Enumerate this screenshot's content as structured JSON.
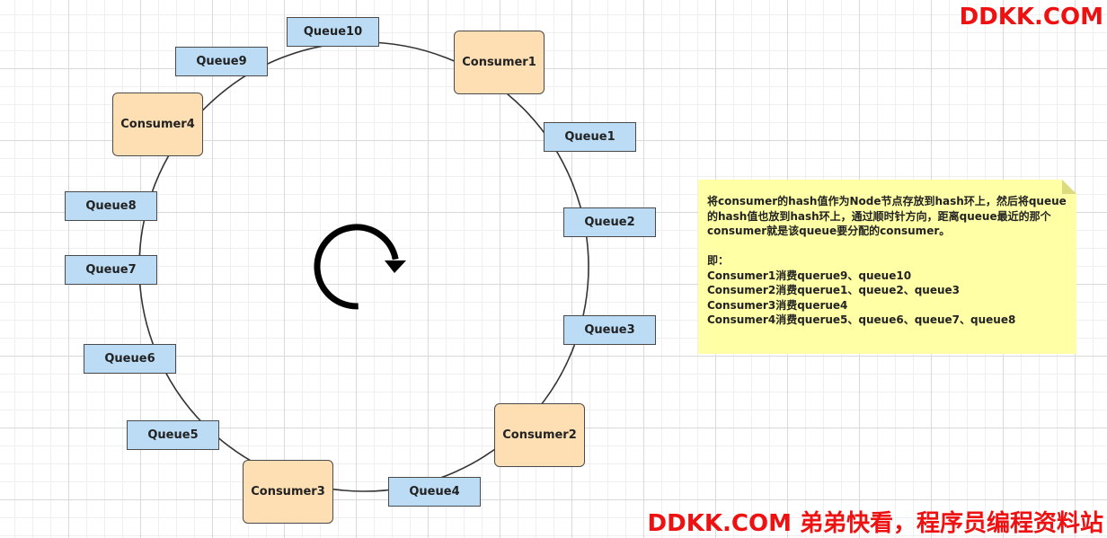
{
  "diagram": {
    "queues": [
      "Queue1",
      "Queue2",
      "Queue3",
      "Queue4",
      "Queue5",
      "Queue6",
      "Queue7",
      "Queue8",
      "Queue9",
      "Queue10"
    ],
    "consumers": [
      "Consumer1",
      "Consumer2",
      "Consumer3",
      "Consumer4"
    ]
  },
  "note": {
    "paragraph": "将consumer的hash值作为Node节点存放到hash环上，然后将queue的hash值也放到hash环上，通过顺时针方向，距离queue最近的那个consumer就是该queue要分配的consumer。",
    "label": "即：",
    "lines": [
      "Consumer1消费querue9、queue10",
      "Consumer2消费querue1、queue2、queue3",
      "Consumer3消费querue4",
      "Consumer4消费querue5、queue6、queue7、queue8"
    ]
  },
  "watermarks": {
    "top": "DDKK.COM",
    "bottom": "DDKK.COM 弟弟快看，程序员编程资料站"
  },
  "colors": {
    "queue_fill": "#bcdcf5",
    "consumer_fill": "#fddfb3",
    "note_fill": "#ffffa6",
    "watermark": "#ee1111"
  }
}
